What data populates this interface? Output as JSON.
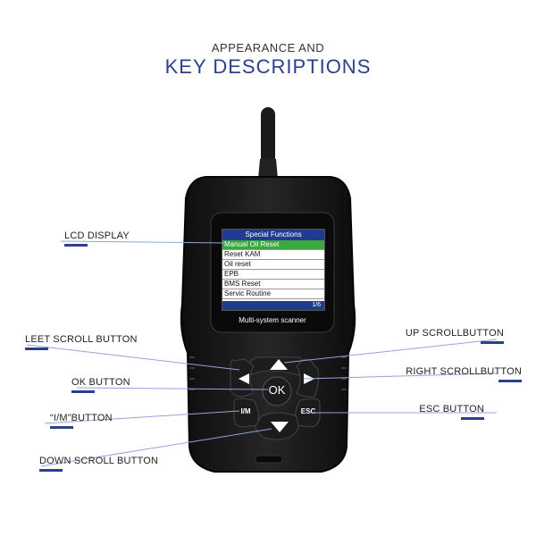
{
  "header": {
    "subtitle": "APPEARANCE AND",
    "title": "KEY DESCRIPTIONS"
  },
  "labels": {
    "lcd": "LCD DISPLAY",
    "left_scroll": "LEET SCROLL BUTTON",
    "ok": "OK BUTTON",
    "im": "“I/M”BUTTON",
    "down_scroll": "DOWN SCROLL BUTTON",
    "up_scroll": "UP SCROLLBUTTON",
    "right_scroll": "RIGHT SCROLLBUTTON",
    "esc": "ESC BUTTON"
  },
  "screen": {
    "title": "Special Functions",
    "items": [
      "Manual Oil Reset",
      "Reset KAM",
      "Oil reset",
      "EPB",
      "BMS Reset",
      "Servic Routine"
    ],
    "selected_index": 0,
    "page": "1/6",
    "caption": "Multi-system scanner"
  },
  "buttons": {
    "ok": "OK",
    "im": "I/M",
    "esc": "ESC"
  },
  "colors": {
    "accent": "#2b3f8c",
    "screen_header": "#1f3c8f",
    "selection": "#3aa83a",
    "device_body": "#1a1a1a"
  }
}
